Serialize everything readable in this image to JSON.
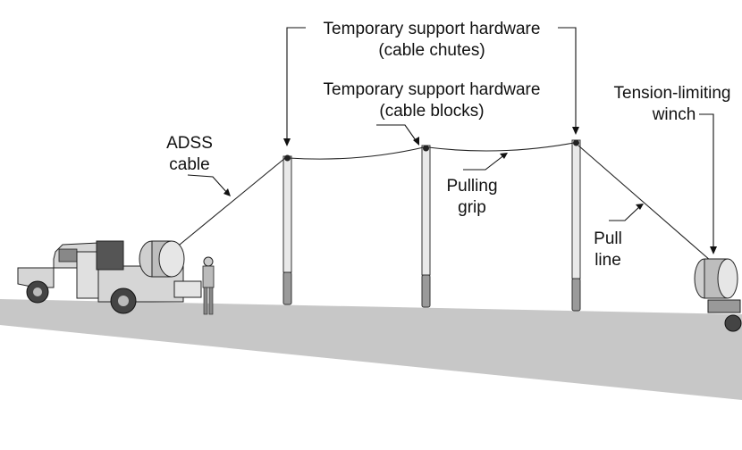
{
  "labels": {
    "chutes_line1": "Temporary support hardware",
    "chutes_line2": "(cable chutes)",
    "blocks_line1": "Temporary support hardware",
    "blocks_line2": "(cable blocks)",
    "winch_line1": "Tension-limiting",
    "winch_line2": "winch",
    "adss_line1": "ADSS",
    "adss_line2": "cable",
    "grip_line1": "Pulling",
    "grip_line2": "grip",
    "pull_line1": "Pull",
    "pull_line2": "line"
  },
  "colors": {
    "ground": "#c7c7c7",
    "ink": "#111111",
    "pole_fill": "#e9e9e9",
    "truck_fill": "#d6d6d6",
    "reel_fill": "#cfcfcf"
  },
  "icons": {
    "truck": "bucket-truck-with-cable-reel",
    "worker": "field-technician",
    "winch": "tension-limiting-winch-reel",
    "poles": "utility-pole"
  }
}
